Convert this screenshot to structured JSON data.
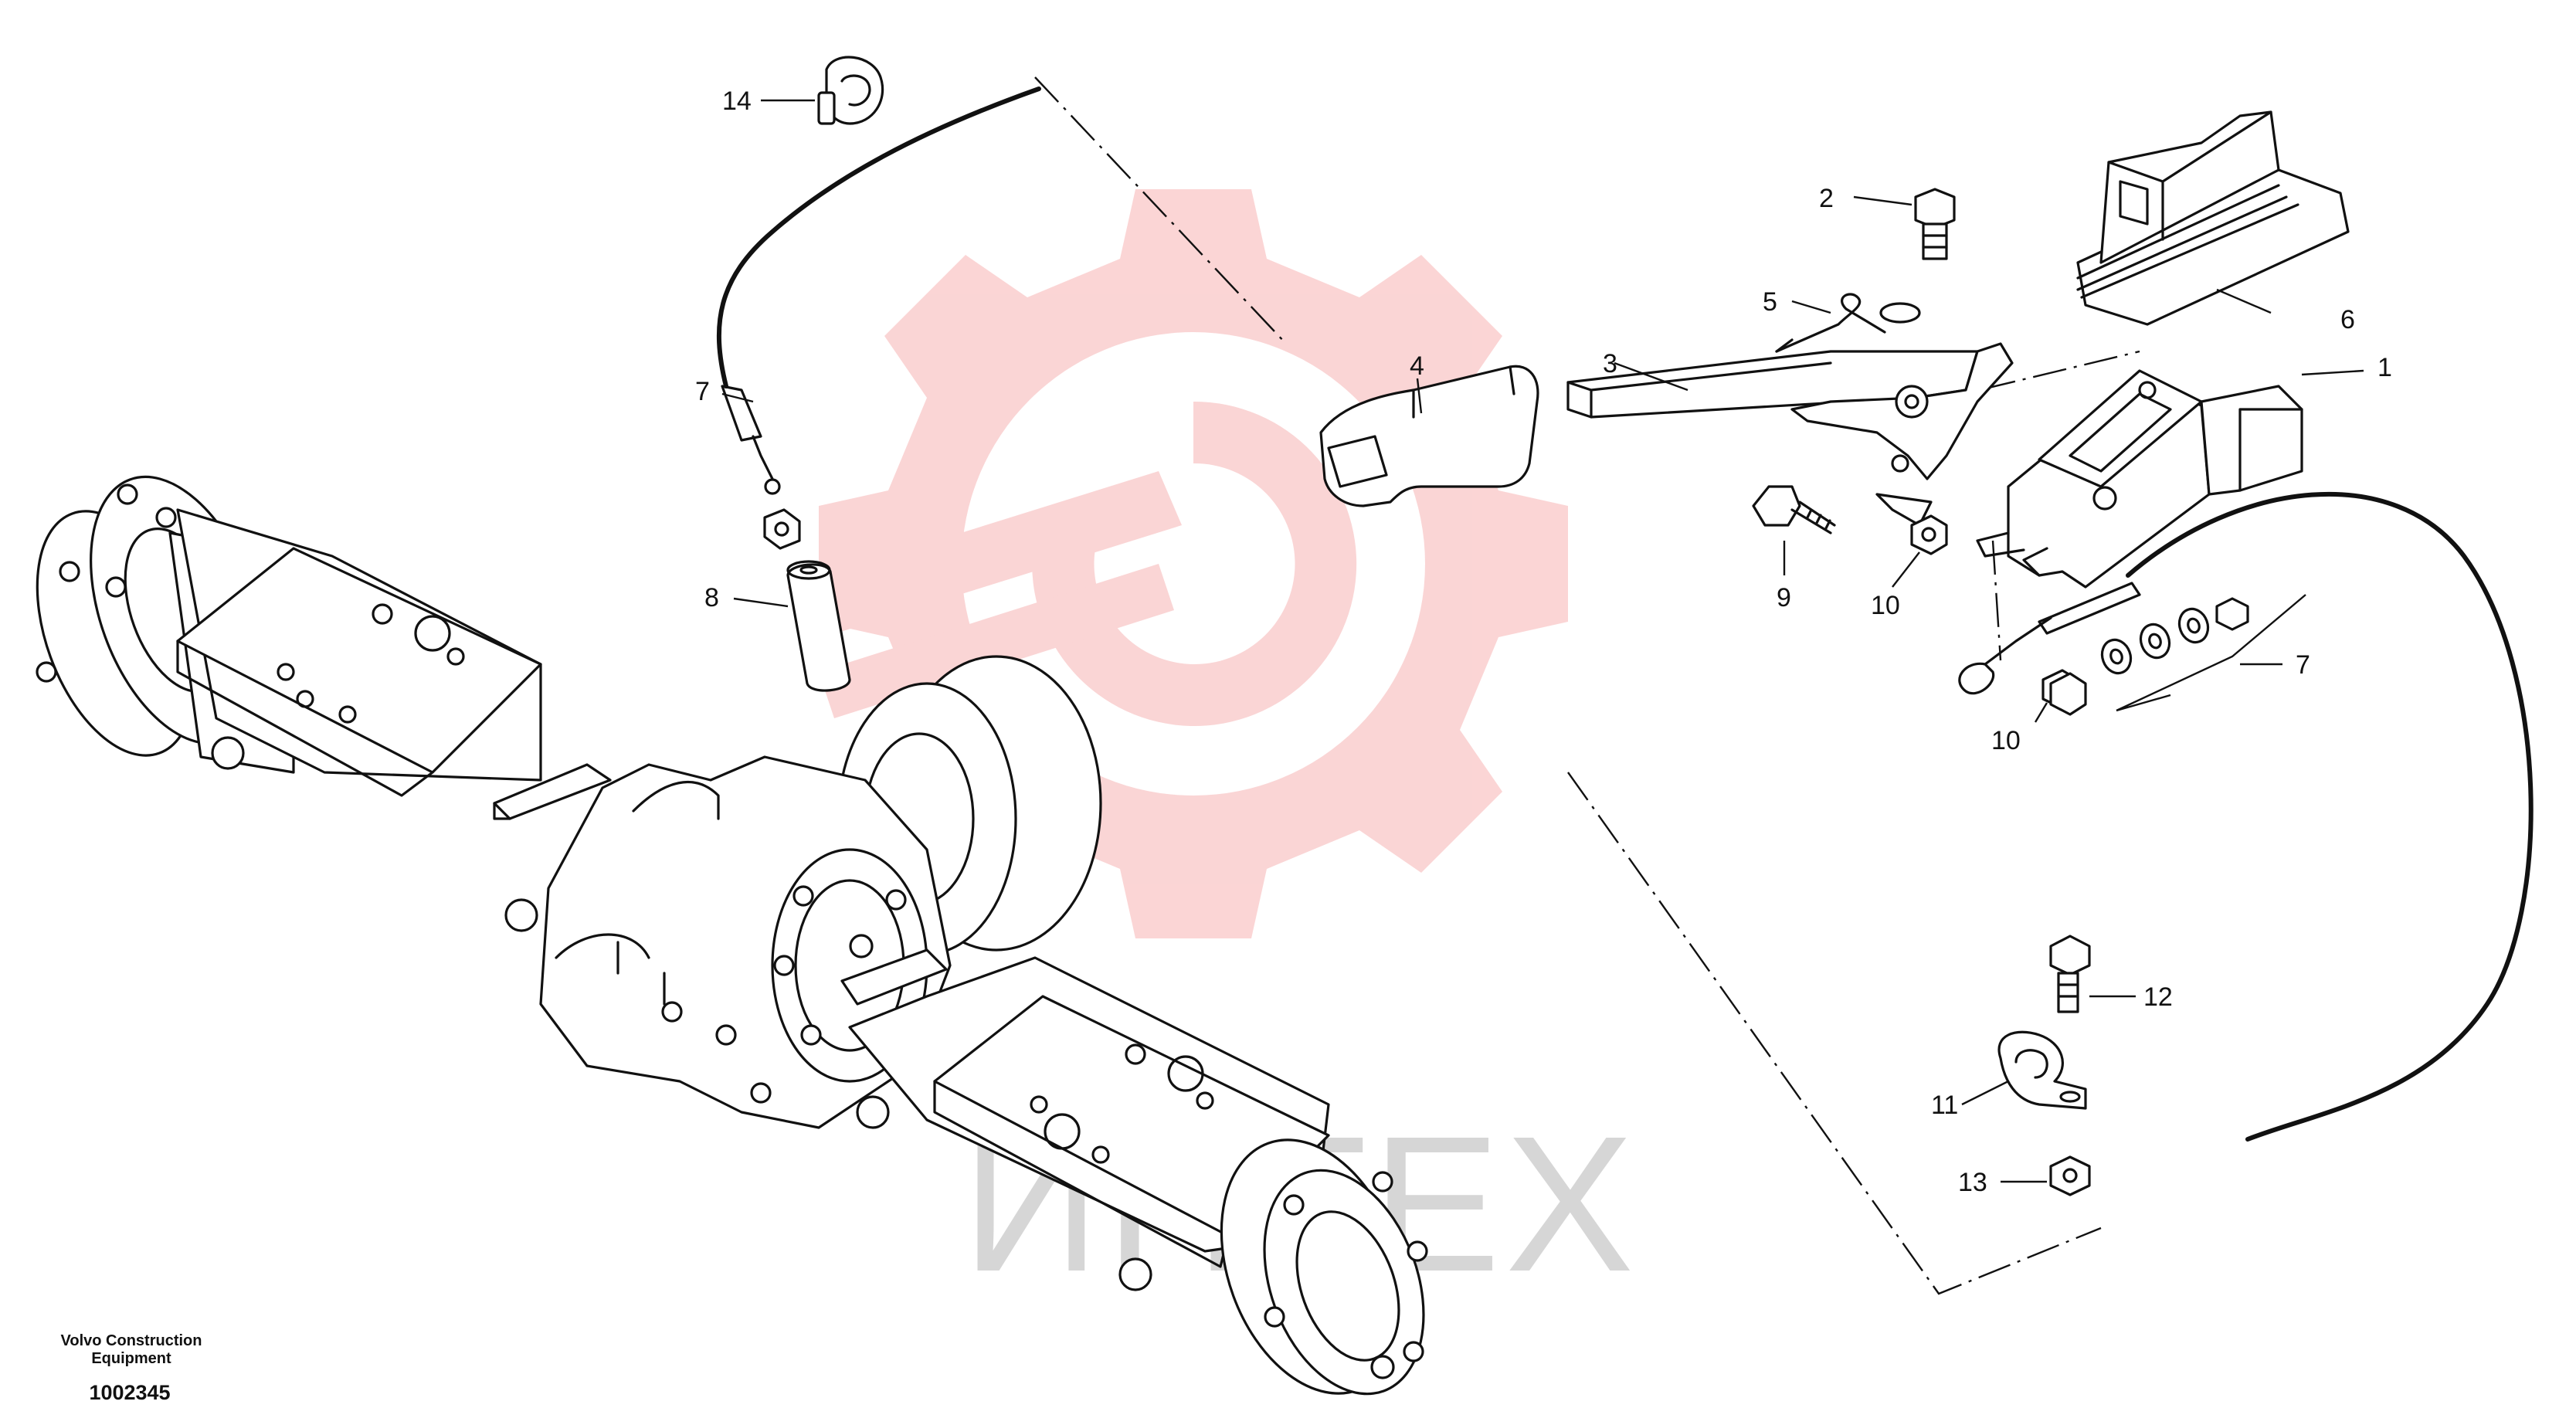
{
  "watermark": {
    "text": "ИНТЕХ",
    "gear_color": "#f7b3b3"
  },
  "footer": {
    "brand_line1": "Volvo Construction",
    "brand_line2": "Equipment",
    "code": "1002345"
  },
  "callouts": {
    "c1": "1",
    "c2": "2",
    "c3": "3",
    "c4": "4",
    "c5": "5",
    "c6": "6",
    "c7a": "7",
    "c7b": "7",
    "c8": "8",
    "c9": "9",
    "c10a": "10",
    "c10b": "10",
    "c11": "11",
    "c12": "12",
    "c13": "13",
    "c14": "14"
  }
}
